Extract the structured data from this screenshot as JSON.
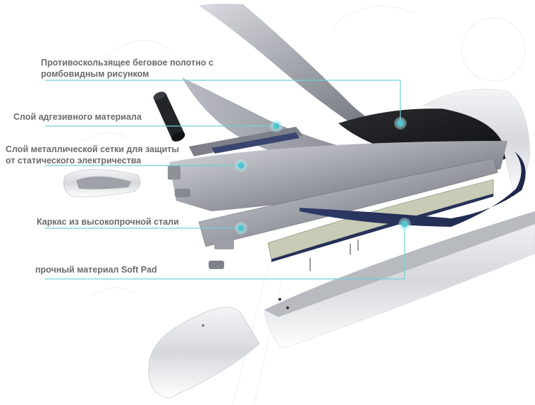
{
  "diagram": {
    "type": "exploded-view",
    "subject": "treadmill deck layers",
    "accent_color": "#55c4cc",
    "callouts": [
      {
        "id": "belt",
        "lines": [
          "Противоскользящее беговое полотно с",
          "ромбовидным рисунком"
        ]
      },
      {
        "id": "adhesive",
        "lines": [
          "Слой адгезивного материала"
        ]
      },
      {
        "id": "mesh",
        "lines": [
          "Слой металлической сетки для защиты",
          "от статического электричества"
        ]
      },
      {
        "id": "frame",
        "lines": [
          "Каркас из высокопрочной стали"
        ]
      },
      {
        "id": "softpad",
        "lines": [
          "прочный материал Soft Pad"
        ]
      }
    ]
  }
}
